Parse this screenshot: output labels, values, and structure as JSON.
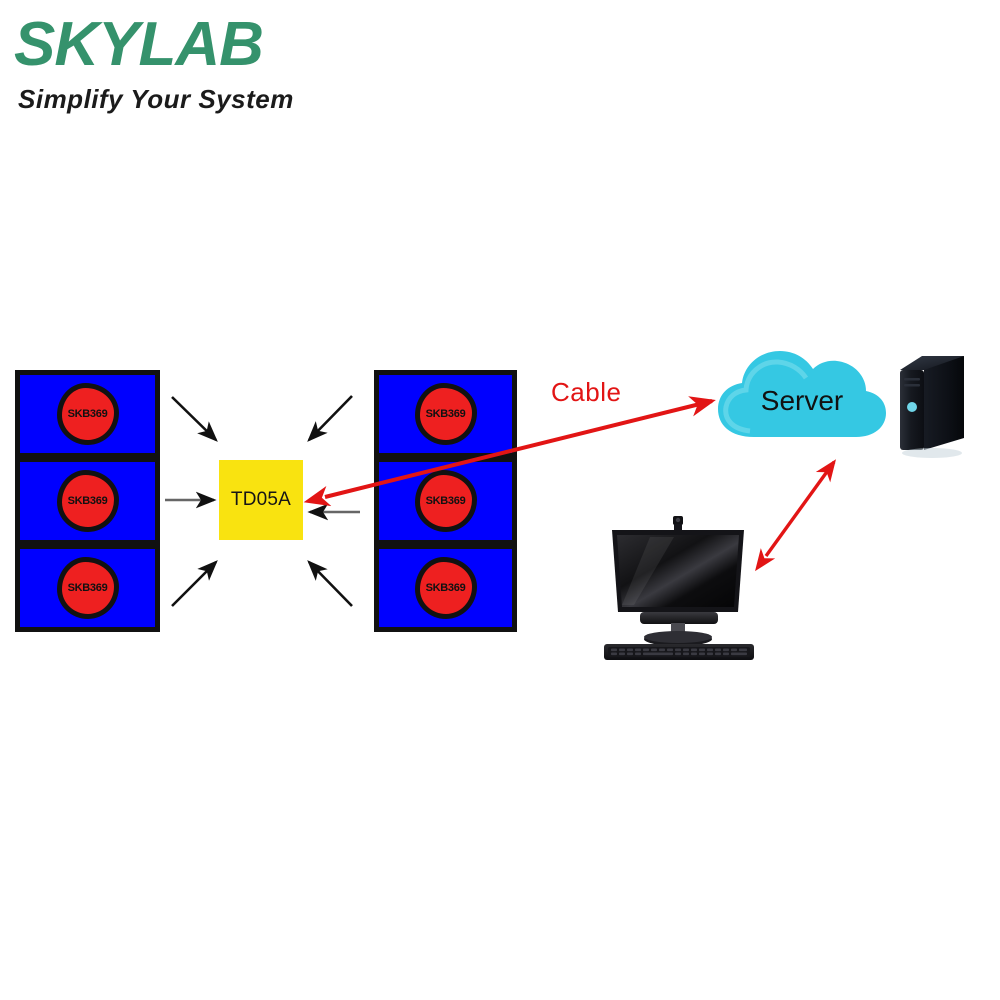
{
  "logo": {
    "wordmark": "SKYLAB",
    "tagline": "Simplify Your System",
    "brand_color": "#35926c",
    "tagline_color": "#1b1b1b"
  },
  "diagram": {
    "type": "network-topology",
    "background": "#ffffff",
    "gateway": {
      "label": "TD05A",
      "fill": "#f9e310",
      "text_color": "#161616"
    },
    "cloud": {
      "label": "Server",
      "fill": "#35c8e3",
      "text_color": "#111111"
    },
    "cable": {
      "label": "Cable",
      "color": "#e21515"
    },
    "sensor_panel_color": "#0000ff",
    "sensor_dot_color": "#ee2020",
    "panel_border_color": "#111111",
    "left_stack": {
      "name": "left-sensor-stack",
      "panels": [
        {
          "label": "SKB369"
        },
        {
          "label": "SKB369"
        },
        {
          "label": "SKB369"
        }
      ]
    },
    "right_stack": {
      "name": "right-sensor-stack",
      "panels": [
        {
          "label": "SKB369"
        },
        {
          "label": "SKB369"
        },
        {
          "label": "SKB369"
        }
      ]
    },
    "arrows": [
      {
        "name": "left-top-to-gateway",
        "color": "#111111",
        "style": "single"
      },
      {
        "name": "left-middle-to-gateway",
        "color": "#555555",
        "style": "single"
      },
      {
        "name": "left-bottom-to-gateway",
        "color": "#111111",
        "style": "single"
      },
      {
        "name": "right-top-to-gateway",
        "color": "#111111",
        "style": "single"
      },
      {
        "name": "right-middle-to-gateway",
        "color": "#555555",
        "style": "single"
      },
      {
        "name": "right-bottom-to-gateway",
        "color": "#111111",
        "style": "single"
      },
      {
        "name": "gateway-to-server-cable",
        "color": "#e21515",
        "style": "double"
      },
      {
        "name": "server-to-workstation",
        "color": "#e21515",
        "style": "double"
      }
    ],
    "devices": [
      {
        "name": "server-tower",
        "color": "#15171e",
        "indicator_color": "#6fd5e8"
      },
      {
        "name": "workstation-monitor",
        "color": "#101012"
      },
      {
        "name": "workstation-keyboard",
        "color": "#17171a"
      }
    ]
  }
}
